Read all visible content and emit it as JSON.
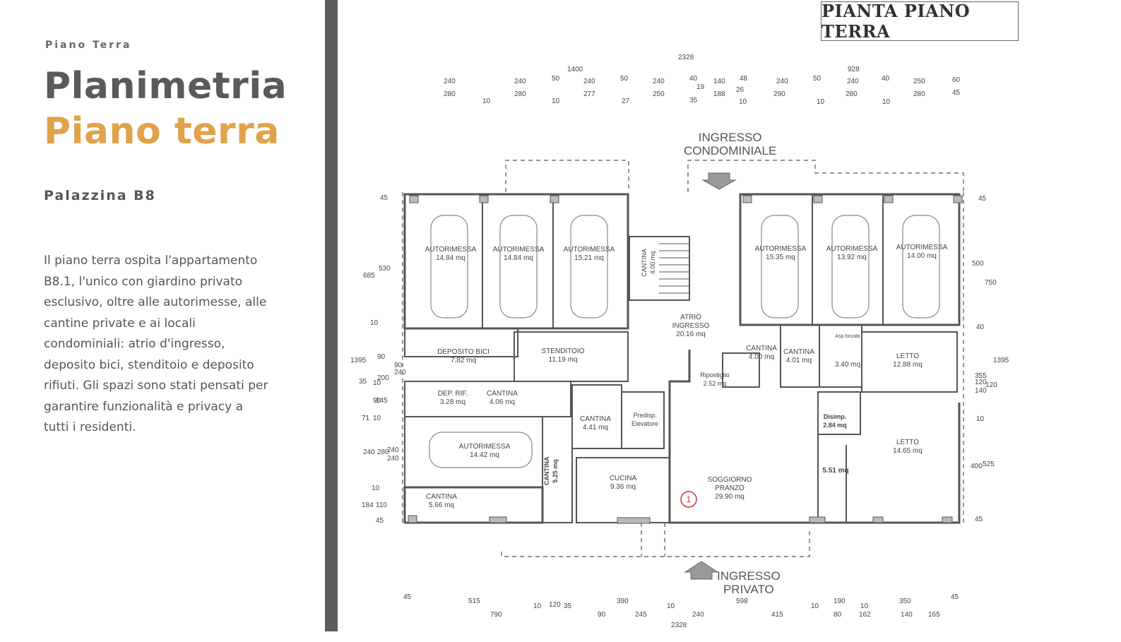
{
  "left": {
    "kicker": "Piano Terra",
    "title_line1": "Planimetria",
    "title_line2": "Piano terra",
    "building": "Palazzina B8",
    "description": "Il piano terra ospita l'appartamento B8.1, l'unico con giardino privato esclusivo, oltre alle autorimesse, alle cantine private e ai locali condominiali: atrio d'ingresso, deposito bici, stenditoio e deposito rifiuti. Gli spazi sono stati pensati per garantire funzionalità e privacy a tutti i residenti."
  },
  "plan": {
    "title": "PIANTA PIANO TERRA",
    "entrance_condo": [
      "INGRESSO",
      "CONDOMINIALE"
    ],
    "entrance_private": [
      "INGRESSO",
      "PRIVATO"
    ],
    "unit_marker": "1",
    "rooms": [
      {
        "name": "AUTORIMESSA",
        "area": "14.84 mq"
      },
      {
        "name": "AUTORIMESSA",
        "area": "14.84 mq"
      },
      {
        "name": "AUTORIMESSA",
        "area": "15.21 mq"
      },
      {
        "name": "AUTORIMESSA",
        "area": "15.35 mq"
      },
      {
        "name": "AUTORIMESSA",
        "area": "13.92 mq"
      },
      {
        "name": "AUTORIMESSA",
        "area": "14.00 mq"
      },
      {
        "name": "ATRIO INGRESSO",
        "area": "20.16 mq"
      },
      {
        "name": "DEPOSITO BICI",
        "area": "7.82 mq"
      },
      {
        "name": "STENDITOIO",
        "area": "11.19 mq"
      },
      {
        "name": "CANTINA",
        "area": "4.00 mq"
      },
      {
        "name": "CANTINA",
        "area": "4.01 mq"
      },
      {
        "name": "Asp.forzata",
        "area": "3.40 mq"
      },
      {
        "name": "LETTO",
        "area": "12.88 mq"
      },
      {
        "name": "DEP. RIF.",
        "area": "3.28 mq"
      },
      {
        "name": "CANTINA",
        "area": "4.06 mq"
      },
      {
        "name": "Ripostiglio",
        "area": "2.52 mq"
      },
      {
        "name": "CANTINA",
        "area": "4.41 mq"
      },
      {
        "name": "Predisp. Elevatore",
        "area": ""
      },
      {
        "name": "Disimp.",
        "area": "2.84 mq"
      },
      {
        "name": "AUTORIMESSA",
        "area": "14.42 mq"
      },
      {
        "name": "LETTO",
        "area": "14.65 mq"
      },
      {
        "name": "CUCINA",
        "area": "9.36 mq"
      },
      {
        "name": "SOGGIORNO PRANZO",
        "area": "29.90 mq"
      },
      {
        "name": "",
        "area": "5.51 mq"
      },
      {
        "name": "CANTINA",
        "area": "5.66 mq"
      },
      {
        "name": "CANTINA",
        "area": "5.25 mq"
      },
      {
        "name": "CANTINA",
        "area": "4.00 mq"
      }
    ],
    "top_dims": [
      "2328",
      "1400",
      "928",
      "240",
      "280",
      "10",
      "240",
      "280",
      "50",
      "10",
      "240",
      "277",
      "50",
      "27",
      "240",
      "250",
      "40",
      "19",
      "35",
      "140",
      "188",
      "48",
      "26",
      "10",
      "240",
      "290",
      "50",
      "10",
      "240",
      "280",
      "40",
      "10",
      "250",
      "280",
      "60",
      "45"
    ],
    "bottom_dims": [
      "45",
      "515",
      "790",
      "10",
      "120",
      "35",
      "90",
      "390",
      "245",
      "10",
      "240",
      "598",
      "415",
      "10",
      "190",
      "80",
      "10",
      "162",
      "350",
      "140",
      "45",
      "165",
      "2328"
    ],
    "left_dims": [
      "45",
      "685",
      "530",
      "10",
      "1395",
      "35",
      "90",
      "200",
      "90",
      "240",
      "10",
      "145",
      "90",
      "71",
      "10",
      "240",
      "280",
      "240",
      "240",
      "10",
      "184",
      "110",
      "45"
    ],
    "right_dims": [
      "45",
      "500",
      "750",
      "40",
      "1395",
      "355",
      "120",
      "120",
      "140",
      "10",
      "400",
      "525",
      "45"
    ]
  },
  "colors": {
    "title_dark": "#5a5a5a",
    "title_accent": "#e0a24a",
    "divider": "#5c5c5c",
    "wall": "#555555"
  }
}
